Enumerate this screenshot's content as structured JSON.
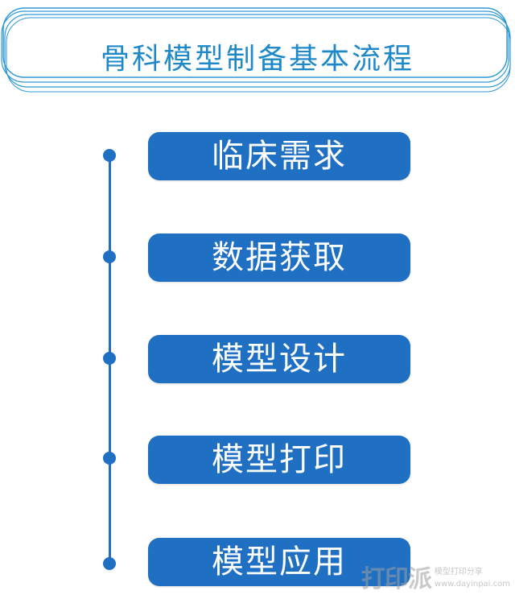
{
  "title": "骨科模型制备基本流程",
  "steps": [
    "临床需求",
    "数据获取",
    "模型设计",
    "模型打印",
    "模型应用"
  ],
  "watermark": {
    "logo": "打印派",
    "line1": "模型打印分享",
    "line2": "www.dayinpai.com"
  },
  "colors": {
    "step_fill": "#1f6fc3",
    "title_text": "#1e88c8",
    "frame_line": "#2f9ad6"
  }
}
